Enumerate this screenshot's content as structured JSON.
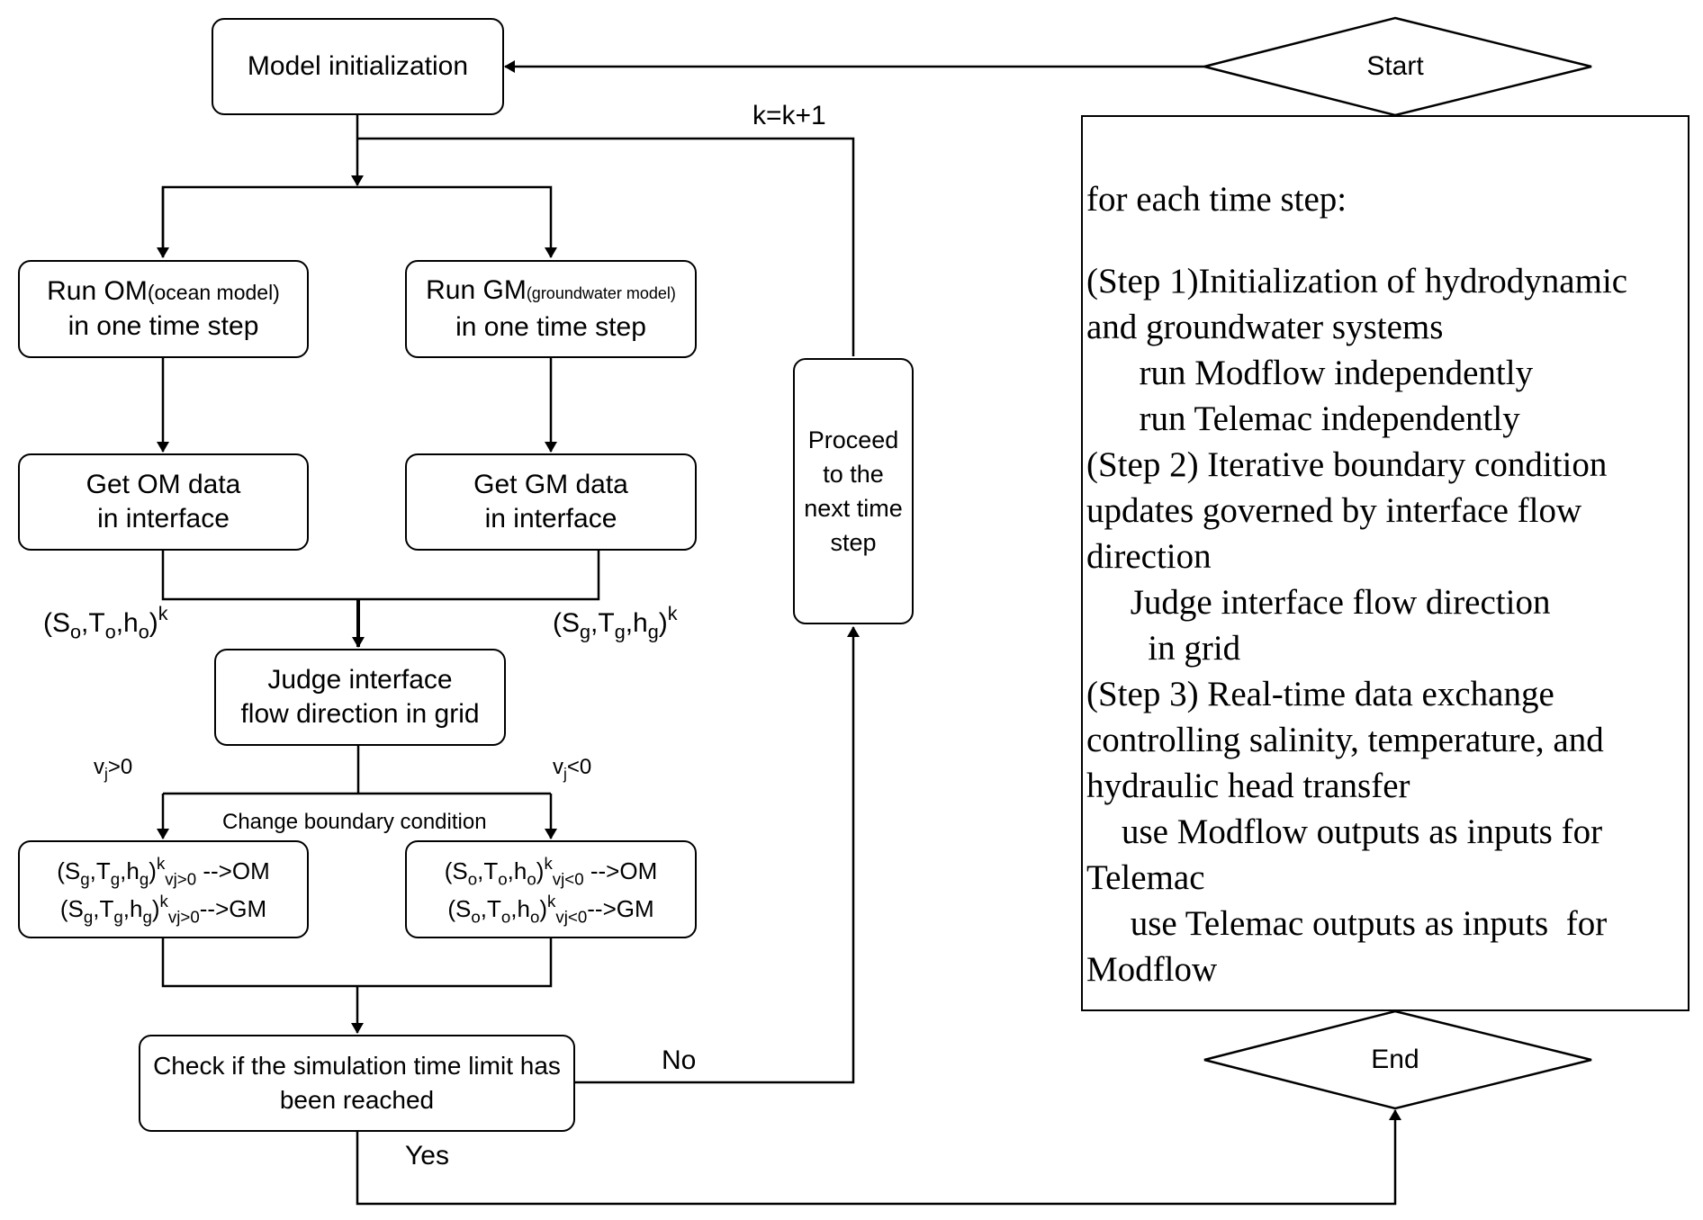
{
  "diagram": {
    "start": "Start",
    "end": "End",
    "init": "Model initialization",
    "counter": "k=k+1",
    "run_om": {
      "main": "Run OM",
      "note": "(ocean model)",
      "line2": "in one time step"
    },
    "run_gm": {
      "main": "Run GM",
      "note": "(groundwater model)",
      "line2": "in one time step"
    },
    "get_om": {
      "line1": "Get OM data",
      "line2": "in interface"
    },
    "get_gm": {
      "line1": "Get GM data",
      "line2": "in interface"
    },
    "judge": {
      "line1": "Judge interface",
      "line2": "flow direction in grid"
    },
    "proceed": [
      "Proceed",
      "to the",
      "next time",
      "step"
    ],
    "cond_pos": "v_j>0",
    "cond_neg": "v_j<0",
    "change_bc": "Change boundary condition",
    "check": {
      "line1": "Check if the simulation time limit has",
      "line2": "been reached"
    },
    "no": "No",
    "yes": "Yes",
    "om_vars": "(S_o,T_o,h_o)^k",
    "gm_vars": "(S_g,T_g,h_g)^k",
    "bc_pos": [
      "(S_g,T_g,h_g)^k_vj>0 -->OM",
      "(S_g,T_g,h_g)^k_vj>0-->GM"
    ],
    "bc_neg": [
      "(S_o,T_o,h_o)^k_vj<0 -->OM",
      "(S_o,T_o,h_o)^k_vj<0-->GM"
    ]
  },
  "panel": {
    "lines": [
      "for each time step:",
      "",
      "(Step 1)Initialization of hydrodynamic",
      "and groundwater systems",
      "      run Modflow independently",
      "      run Telemac independently",
      "(Step 2) Iterative boundary condition",
      "updates governed by interface flow",
      "direction",
      "     Judge interface flow direction",
      "       in grid",
      "(Step 3) Real-time data exchange",
      "controlling salinity, temperature, and",
      "hydraulic head transfer",
      "    use Modflow outputs as inputs for",
      "Telemac",
      "     use Telemac outputs as inputs  for",
      "Modflow"
    ]
  }
}
